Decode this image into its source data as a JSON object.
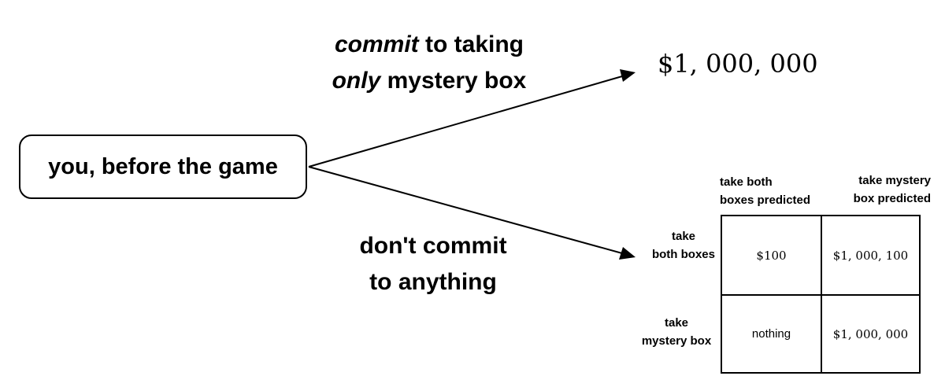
{
  "start": {
    "label": "you, before the game"
  },
  "branches": {
    "top": {
      "line1_em": "commit",
      "line1_rest": " to taking",
      "line2_em": "only",
      "line2_rest": " mystery box"
    },
    "bottom": {
      "line1": "don't commit",
      "line2": "to anything"
    }
  },
  "outcomes": {
    "top": "$1, 000, 000"
  },
  "matrix": {
    "col_headers": [
      {
        "line1": "take both",
        "line2": "boxes predicted"
      },
      {
        "line1": "take mystery",
        "line2": "box predicted"
      }
    ],
    "row_headers": [
      {
        "line1": "take",
        "line2": "both boxes"
      },
      {
        "line1": "take",
        "line2": "mystery box"
      }
    ],
    "cells": [
      [
        "$100",
        "$1, 000, 100"
      ],
      [
        "nothing",
        "$1, 000, 000"
      ]
    ]
  }
}
